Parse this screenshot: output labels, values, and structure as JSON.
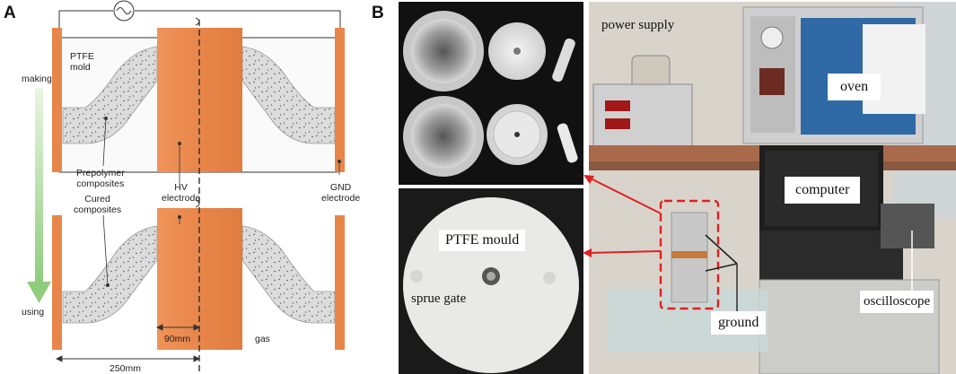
{
  "panel_a": {
    "letter": "A",
    "label_ptfe_mold": "PTFE\nmold",
    "label_making": "making",
    "label_using": "using",
    "label_prepolymer": "Prepolymer\ncomposites",
    "label_cured": "Cured\ncomposites",
    "label_hv": "HV\nelectrode",
    "label_gnd": "GND\nelectrode",
    "label_90mm": "90mm",
    "label_250mm": "250mm",
    "label_gas": "gas"
  },
  "panel_b": {
    "letter": "B",
    "label_power_supply": "power supply",
    "label_oven": "oven",
    "label_computer": "computer",
    "label_ptfe_mould": "PTFE mould",
    "label_sprue_gate": "sprue gate",
    "label_ground": "ground",
    "label_oscilloscope": "oscilloscope"
  },
  "colors": {
    "electrode_orange": "#e8864a",
    "electrode_edge": "#c86a30",
    "arrow_green": "#9ed28f",
    "annotation_red": "#e02020",
    "composite_gray": "#d9d9d9"
  },
  "icons": [
    "ac-source-icon",
    "ground-symbol-icon"
  ]
}
